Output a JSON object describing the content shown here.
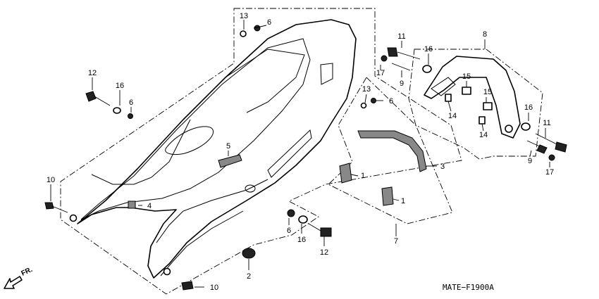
{
  "diagram_code": "MATE−F1900A",
  "front_direction": "FR.",
  "callouts": [
    {
      "id": "c13a",
      "text": "13"
    },
    {
      "id": "c6a",
      "text": "6"
    },
    {
      "id": "c12a",
      "text": "12"
    },
    {
      "id": "c16a",
      "text": "16"
    },
    {
      "id": "c6b",
      "text": "6"
    },
    {
      "id": "c5",
      "text": "5"
    },
    {
      "id": "c10a",
      "text": "10"
    },
    {
      "id": "c4",
      "text": "4"
    },
    {
      "id": "c2",
      "text": "2"
    },
    {
      "id": "c10b",
      "text": "10"
    },
    {
      "id": "c6c",
      "text": "6"
    },
    {
      "id": "c16b",
      "text": "16"
    },
    {
      "id": "c12b",
      "text": "12"
    },
    {
      "id": "c1a",
      "text": "1"
    },
    {
      "id": "c1b",
      "text": "1"
    },
    {
      "id": "c7",
      "text": "7"
    },
    {
      "id": "c3",
      "text": "3"
    },
    {
      "id": "c13b",
      "text": "13"
    },
    {
      "id": "c6d",
      "text": "6"
    },
    {
      "id": "c11a",
      "text": "11"
    },
    {
      "id": "c16c",
      "text": "16"
    },
    {
      "id": "c17a",
      "text": "17"
    },
    {
      "id": "c9a",
      "text": "9"
    },
    {
      "id": "c8",
      "text": "8"
    },
    {
      "id": "c15a",
      "text": "15"
    },
    {
      "id": "c15b",
      "text": "15"
    },
    {
      "id": "c14a",
      "text": "14"
    },
    {
      "id": "c14b",
      "text": "14"
    },
    {
      "id": "c16d",
      "text": "16"
    },
    {
      "id": "c11b",
      "text": "11"
    },
    {
      "id": "c9b",
      "text": "9"
    },
    {
      "id": "c17b",
      "text": "17"
    }
  ]
}
